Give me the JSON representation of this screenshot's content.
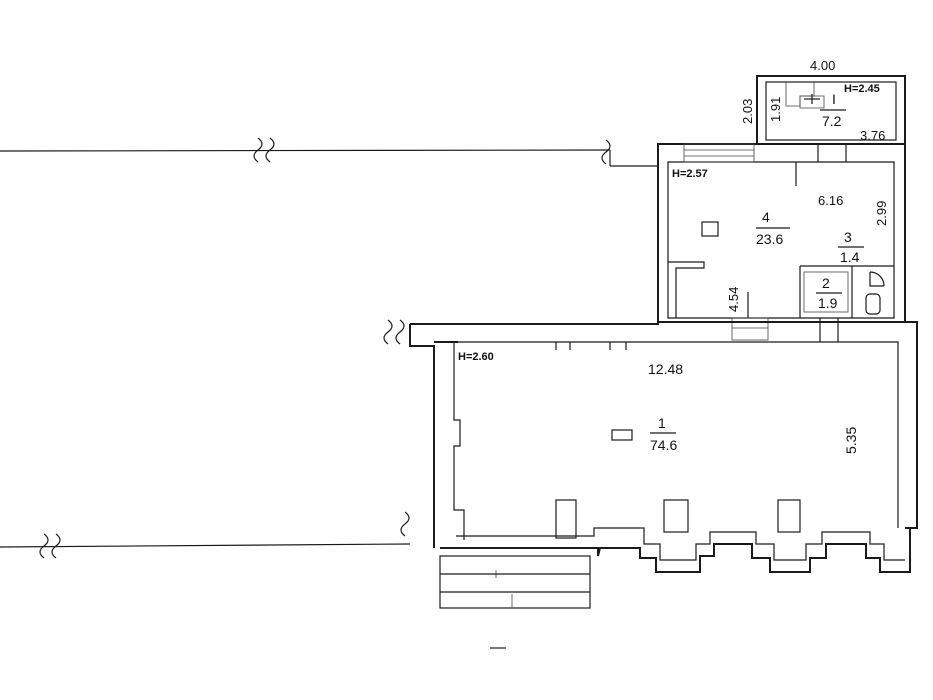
{
  "plan": {
    "porch": {
      "number": "I",
      "area": "7.2",
      "height": "H=2.45",
      "dim_width": "4.00",
      "dim_depth": "2.03",
      "dim_inner": "1.91",
      "dim_side": "3.76"
    },
    "room4": {
      "number": "4",
      "area": "23.6",
      "height": "H=2.57",
      "dim_a": "6.16",
      "dim_b": "2.99",
      "dim_c": "4.54"
    },
    "room3": {
      "number": "3",
      "area": "1.4"
    },
    "room2": {
      "number": "2",
      "area": "1.9"
    },
    "room1": {
      "number": "1",
      "area": "74.6",
      "height": "H=2.60",
      "dim_width": "12.48",
      "dim_depth": "5.35"
    }
  }
}
